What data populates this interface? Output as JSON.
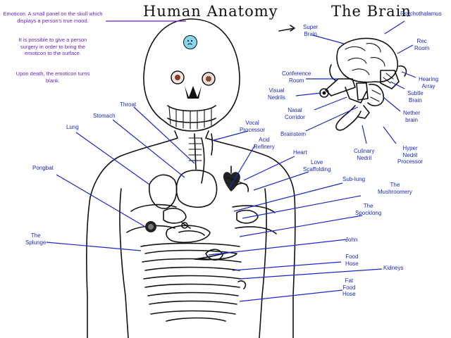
{
  "titles": {
    "anatomy": "Human Anatomy",
    "brain": "The Brain"
  },
  "notes": {
    "emoticon": "Emoticon: A small panel on the skull which displays a person's true mood.",
    "surgery": "It is possible to give a person surgery in order to bring the emoticon to the surface.",
    "death": "Upon death, the emoticon turns blank."
  },
  "body_labels": {
    "throat": "Throat",
    "stomach": "Stomach",
    "lung": "Lung",
    "pongbat": "Pongbat",
    "splunge": [
      "The",
      "Splunge"
    ],
    "vocal_processor": [
      "Vocal",
      "Processor"
    ],
    "acid_refinery": [
      "Acid",
      "Refinery"
    ],
    "heart": "Heart",
    "love_scaffolding": [
      "Love",
      "Scaffolding"
    ],
    "sub_lung": "Sub-lung",
    "mushroomery": [
      "The",
      "Mushroomery"
    ],
    "spocklong": [
      "The",
      "Spocklong"
    ],
    "john": "John",
    "food_hose": [
      "Food",
      "Hose"
    ],
    "kidneys": "Kidneys",
    "fat_food_hose": [
      "Fat",
      "Food",
      "Hose"
    ]
  },
  "brain_labels": {
    "super_brain": [
      "Super",
      "Brain"
    ],
    "psychothalamus": "Psychothalamus",
    "rec_room": [
      "Rec",
      "Room"
    ],
    "hearing_array": [
      "Hearing",
      "Array"
    ],
    "conference_room": [
      "Conference",
      "Room"
    ],
    "visual_nedrils": [
      "Visual",
      "Nedrils"
    ],
    "subtle_brain": [
      "Subtle",
      "Brain"
    ],
    "nasal_corridor": [
      "Nasal",
      "Corridor"
    ],
    "nether_brain": [
      "Nether",
      "brain"
    ],
    "brainstem": "Brainstem",
    "culinary_nedril": [
      "Culinary",
      "Nedril"
    ],
    "hyper_nedril_processor": [
      "Hyper",
      "Nedril",
      "Processor"
    ]
  },
  "colors": {
    "label_blue": "#1a28c8",
    "note_purple": "#6a22c8",
    "emoticon_cyan": "#86d6ec",
    "ink": "#111111"
  },
  "icons": {
    "emoticon": "sad-face-icon"
  }
}
